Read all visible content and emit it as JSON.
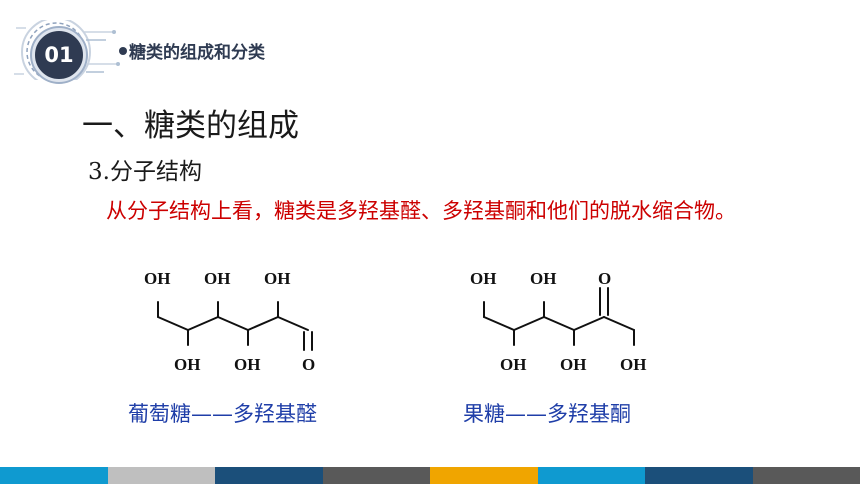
{
  "header": {
    "section_number": "01",
    "section_title": "糖类的组成和分类"
  },
  "content": {
    "heading": "一、糖类的组成",
    "subheading": "3.分子结构",
    "definition": "从分子结构上看，糖类是多羟基醛、多羟基酮和他们的脱水缩合物。"
  },
  "glucose": {
    "label_oh": "OH",
    "label_o": "O",
    "caption": "葡萄糖——多羟基醛"
  },
  "fructose": {
    "label_oh": "OH",
    "label_o": "O",
    "caption": "果糖——多羟基酮"
  },
  "colors": {
    "definition": "#cc0000",
    "caption": "#1f3ea8",
    "badge": "#2f3b52",
    "bar": [
      "#0f9ad0",
      "#bfbfbf",
      "#1b4f7a",
      "#595959",
      "#f0a500",
      "#0f9ad0",
      "#1b4f7a",
      "#595959"
    ]
  }
}
